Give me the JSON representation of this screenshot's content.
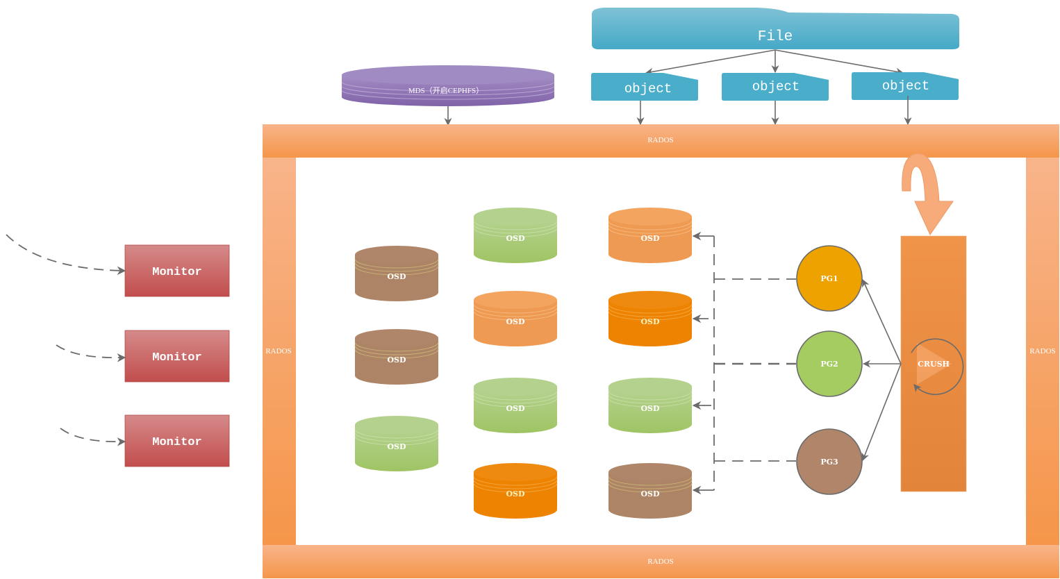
{
  "file": {
    "label": "File"
  },
  "objects": [
    {
      "label": "object"
    },
    {
      "label": "object"
    },
    {
      "label": "object"
    }
  ],
  "mds": {
    "label": "MDS（开启CEPHFS）"
  },
  "rados": {
    "top": "RADOS",
    "bottom": "RADOS",
    "left": "RADOS",
    "right": "RADOS"
  },
  "monitors": [
    {
      "label": "Monitor"
    },
    {
      "label": "Monitor"
    },
    {
      "label": "Monitor"
    }
  ],
  "osds": [
    {
      "label": "OSD",
      "color": "brown"
    },
    {
      "label": "OSD",
      "color": "brown"
    },
    {
      "label": "OSD",
      "color": "green"
    },
    {
      "label": "OSD",
      "color": "green"
    },
    {
      "label": "OSD",
      "color": "light-orange"
    },
    {
      "label": "OSD",
      "color": "green"
    },
    {
      "label": "OSD",
      "color": "orange"
    },
    {
      "label": "OSD",
      "color": "light-orange"
    },
    {
      "label": "OSD",
      "color": "orange"
    },
    {
      "label": "OSD",
      "color": "green"
    },
    {
      "label": "OSD",
      "color": "brown"
    }
  ],
  "pgs": [
    {
      "label": "PG1",
      "color": "#eda200"
    },
    {
      "label": "PG2",
      "color": "#a4cc61"
    },
    {
      "label": "PG3",
      "color": "#b0856a"
    }
  ],
  "crush": {
    "label": "CRUSH"
  },
  "colors": {
    "file_blue": "#4aaecb",
    "mds_purple": "#8b6fb0",
    "rados_orange": "#f6a068",
    "monitor_red": "#c85656",
    "osd_brown": "#b0856a",
    "osd_green": "#a4c66a",
    "osd_light_orange": "#f09a50",
    "osd_orange": "#ee8400",
    "crush_orange": "#ea8b3f",
    "connector_gray": "#6b6b6b"
  }
}
